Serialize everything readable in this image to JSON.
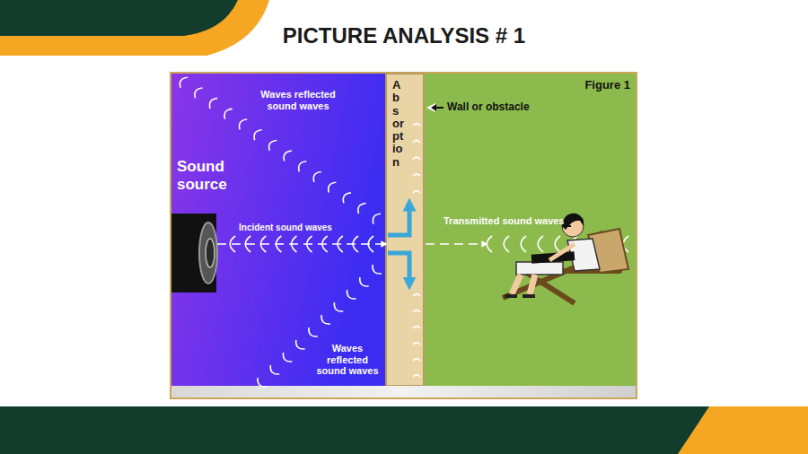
{
  "diagram": {
    "title": "PICTURE ANALYSIS # 1",
    "nodes": [
      {
        "text": [
          "Absorption"
        ]
      }
    ],
    "labels": [
      "Figure 1",
      "Wall or obstacle",
      "Waves reflected sound waves",
      "Sound source",
      "Incident sound waves",
      "Transmitted sound waves",
      "Waves reflected sound waves"
    ]
  }
}
